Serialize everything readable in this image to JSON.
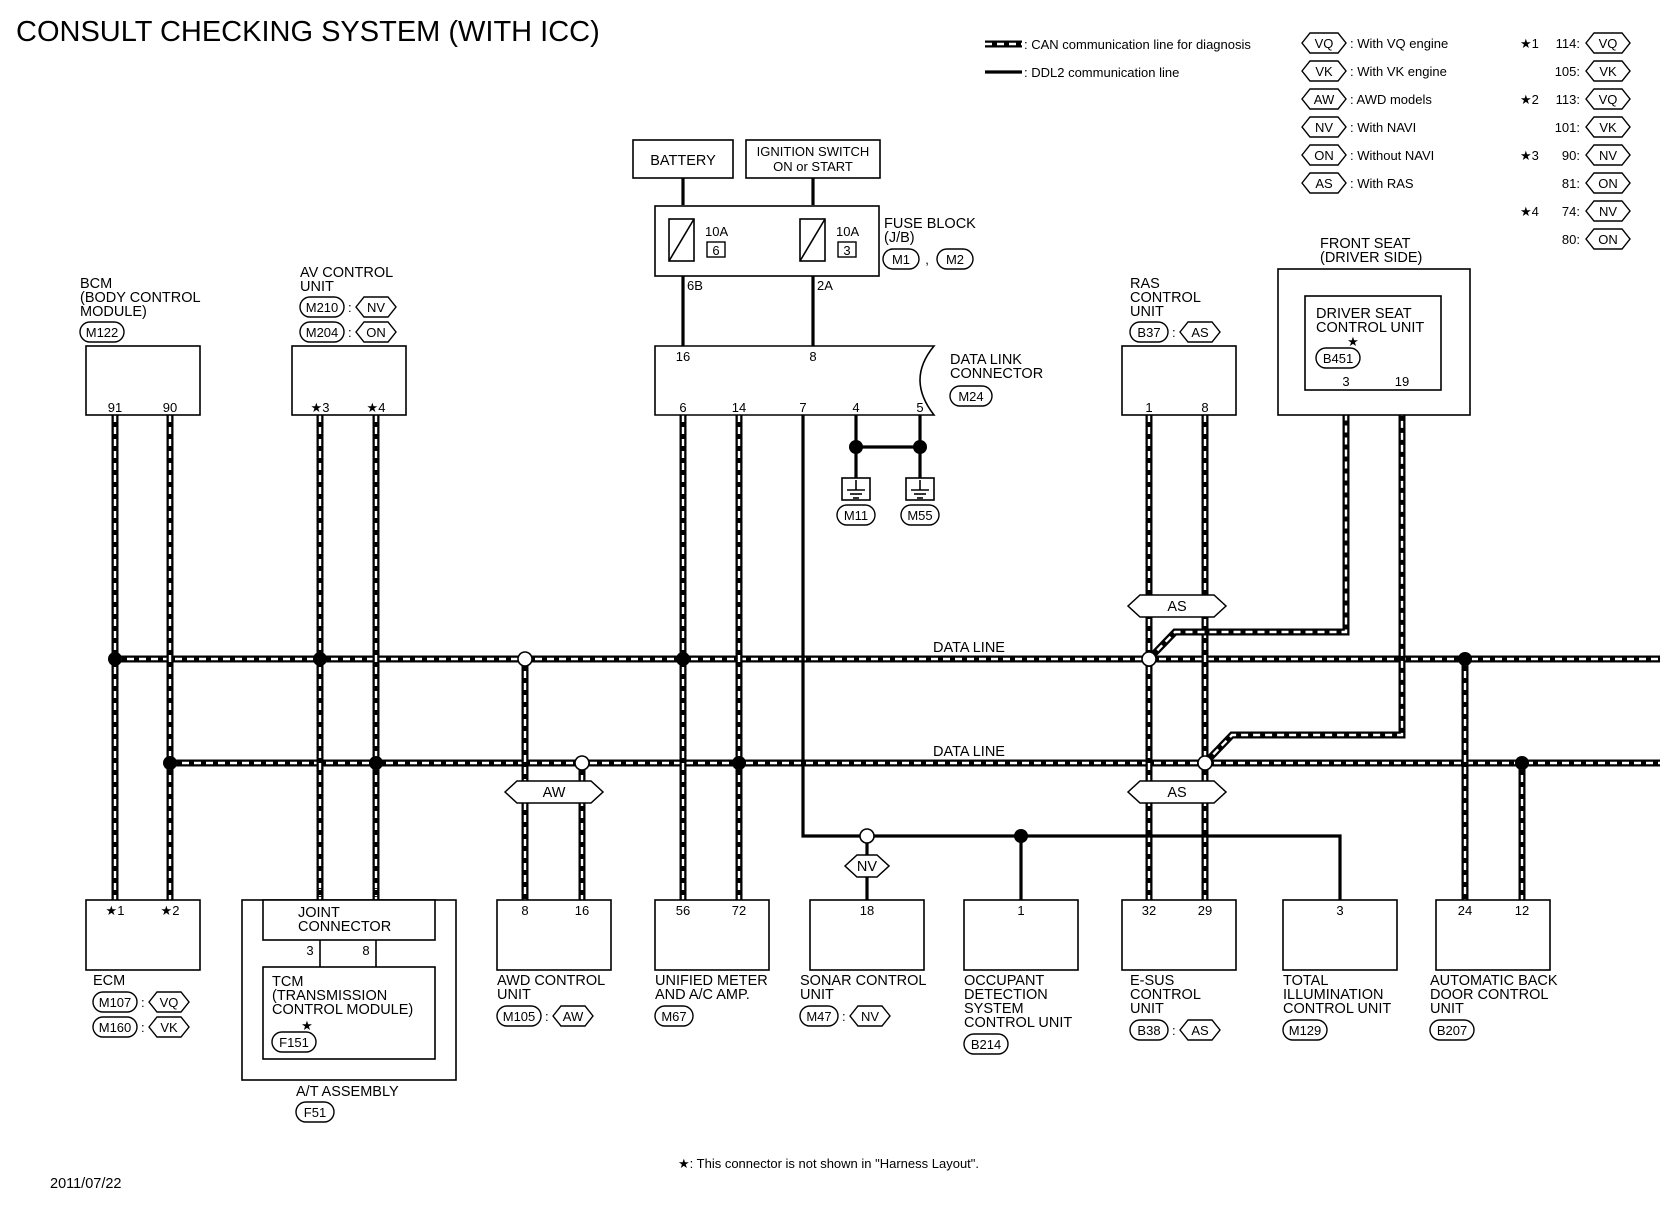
{
  "title": "CONSULT CHECKING SYSTEM (WITH ICC)",
  "date": "2011/07/22",
  "footnote": "★: This connector is not shown in \"Harness Layout\".",
  "legend": {
    "can_line": ": CAN communication line for diagnosis",
    "ddl_line": ": DDL2 communication line",
    "codes": [
      {
        "code": "VQ",
        "desc": ": With VQ engine"
      },
      {
        "code": "VK",
        "desc": ": With VK engine"
      },
      {
        "code": "AW",
        "desc": ": AWD models"
      },
      {
        "code": "NV",
        "desc": ": With NAVI"
      },
      {
        "code": "ON",
        "desc": ": Without NAVI"
      },
      {
        "code": "AS",
        "desc": ": With RAS"
      }
    ],
    "stars": [
      {
        "star": "★1",
        "pin": "114",
        "code": "VQ"
      },
      {
        "star": "",
        "pin": "105",
        "code": "VK"
      },
      {
        "star": "★2",
        "pin": "113",
        "code": "VQ"
      },
      {
        "star": "",
        "pin": "101",
        "code": "VK"
      },
      {
        "star": "★3",
        "pin": "90",
        "code": "NV"
      },
      {
        "star": "",
        "pin": "81",
        "code": "ON"
      },
      {
        "star": "★4",
        "pin": "74",
        "code": "NV"
      },
      {
        "star": "",
        "pin": "80",
        "code": "ON"
      }
    ]
  },
  "power": {
    "battery": "BATTERY",
    "ign_line1": "IGNITION SWITCH",
    "ign_line2": "ON or START",
    "fuse_block_line1": "FUSE BLOCK",
    "fuse_block_line2": "(J/B)",
    "fuse_conn1": "M1",
    "fuse_conn2": "M2",
    "fuse_a_amp": "10A",
    "fuse_a_num": "6",
    "fuse_b_amp": "10A",
    "fuse_b_num": "3",
    "fuse_a_term": "6B",
    "fuse_b_term": "2A"
  },
  "dlc": {
    "line1": "DATA LINK",
    "line2": "CONNECTOR",
    "conn": "M24",
    "pins_top": [
      "16",
      "8"
    ],
    "pins_bottom": [
      "6",
      "14",
      "7",
      "4",
      "5"
    ],
    "grounds": [
      "M11",
      "M55"
    ]
  },
  "data_line_label": "DATA LINE",
  "units_top": {
    "bcm": {
      "lines": [
        "BCM",
        "(BODY CONTROL",
        "MODULE)"
      ],
      "conn": "M122",
      "pins": [
        "91",
        "90"
      ]
    },
    "av": {
      "lines": [
        "AV CONTROL",
        "UNIT"
      ],
      "conn1": "M210",
      "code1": "NV",
      "conn2": "M204",
      "code2": "ON",
      "pins": [
        "★3",
        "★4"
      ]
    },
    "ras": {
      "lines": [
        "RAS",
        "CONTROL",
        "UNIT"
      ],
      "conn": "B37",
      "code": "AS",
      "pins": [
        "1",
        "8"
      ]
    },
    "seat": {
      "outer": [
        "FRONT SEAT",
        "(DRIVER SIDE)"
      ],
      "lines": [
        "DRIVER SEAT",
        "CONTROL UNIT"
      ],
      "star": "★",
      "conn": "B451",
      "pins": [
        "3",
        "19"
      ]
    }
  },
  "units_bottom": {
    "ecm": {
      "name": "ECM",
      "conn1": "M107",
      "code1": "VQ",
      "conn2": "M160",
      "code2": "VK",
      "pins": [
        "★1",
        "★2"
      ]
    },
    "at": {
      "joint": [
        "JOINT",
        "CONNECTOR"
      ],
      "tcm": [
        "TCM",
        "(TRANSMISSION",
        "CONTROL MODULE)"
      ],
      "star": "★",
      "tcm_conn": "F151",
      "assembly": "A/T ASSEMBLY",
      "asm_conn": "F51",
      "pins_top": [
        "3",
        "8"
      ],
      "pins_mid": [
        "3",
        "8"
      ]
    },
    "awd": {
      "lines": [
        "AWD CONTROL",
        "UNIT"
      ],
      "conn": "M105",
      "code": "AW",
      "pins": [
        "8",
        "16"
      ]
    },
    "meter": {
      "lines": [
        "UNIFIED METER",
        "AND A/C AMP."
      ],
      "conn": "M67",
      "pins": [
        "56",
        "72"
      ]
    },
    "sonar": {
      "lines": [
        "SONAR CONTROL",
        "UNIT"
      ],
      "conn": "M47",
      "code": "NV",
      "pins": [
        "18"
      ]
    },
    "occupant": {
      "lines": [
        "OCCUPANT",
        "DETECTION",
        "SYSTEM",
        "CONTROL UNIT"
      ],
      "conn": "B214",
      "pins": [
        "1"
      ]
    },
    "esus": {
      "lines": [
        "E-SUS",
        "CONTROL",
        "UNIT"
      ],
      "conn": "B38",
      "code": "AS",
      "pins": [
        "32",
        "29"
      ]
    },
    "illum": {
      "lines": [
        "TOTAL",
        "ILLUMINATION",
        "CONTROL UNIT"
      ],
      "conn": "M129",
      "pins": [
        "3"
      ]
    },
    "backdoor": {
      "lines": [
        "AUTOMATIC BACK",
        "DOOR CONTROL",
        "UNIT"
      ],
      "conn": "B207",
      "pins": [
        "24",
        "12"
      ]
    }
  },
  "line_tags": {
    "as_upper": "AS",
    "as_lower": "AS",
    "aw": "AW",
    "nv": "NV"
  }
}
